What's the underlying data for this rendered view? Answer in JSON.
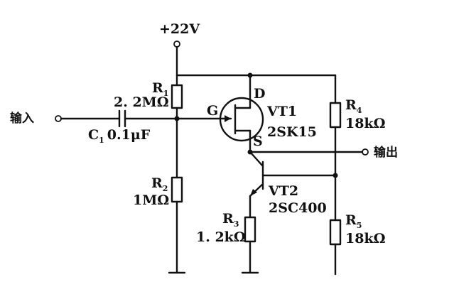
{
  "supply": {
    "label": "+22V"
  },
  "input": {
    "label": "输入"
  },
  "output": {
    "label": "输出"
  },
  "capacitor": {
    "name": "C",
    "sub": "1",
    "value": "0.1μF",
    "rvalue": "2. 2MΩ"
  },
  "r1": {
    "name": "R",
    "sub": "1"
  },
  "r2": {
    "name": "R",
    "sub": "2",
    "value": "1MΩ"
  },
  "r3": {
    "name": "R",
    "sub": "3",
    "value": "1. 2kΩ"
  },
  "r4": {
    "name": "R",
    "sub": "4",
    "value": "18kΩ"
  },
  "r5": {
    "name": "R",
    "sub": "5",
    "value": "18kΩ"
  },
  "vt1": {
    "name": "VT1",
    "part": "2SK15",
    "gate": "G",
    "drain": "D",
    "source": "S"
  },
  "vt2": {
    "name": "VT2",
    "part": "2SC400"
  }
}
